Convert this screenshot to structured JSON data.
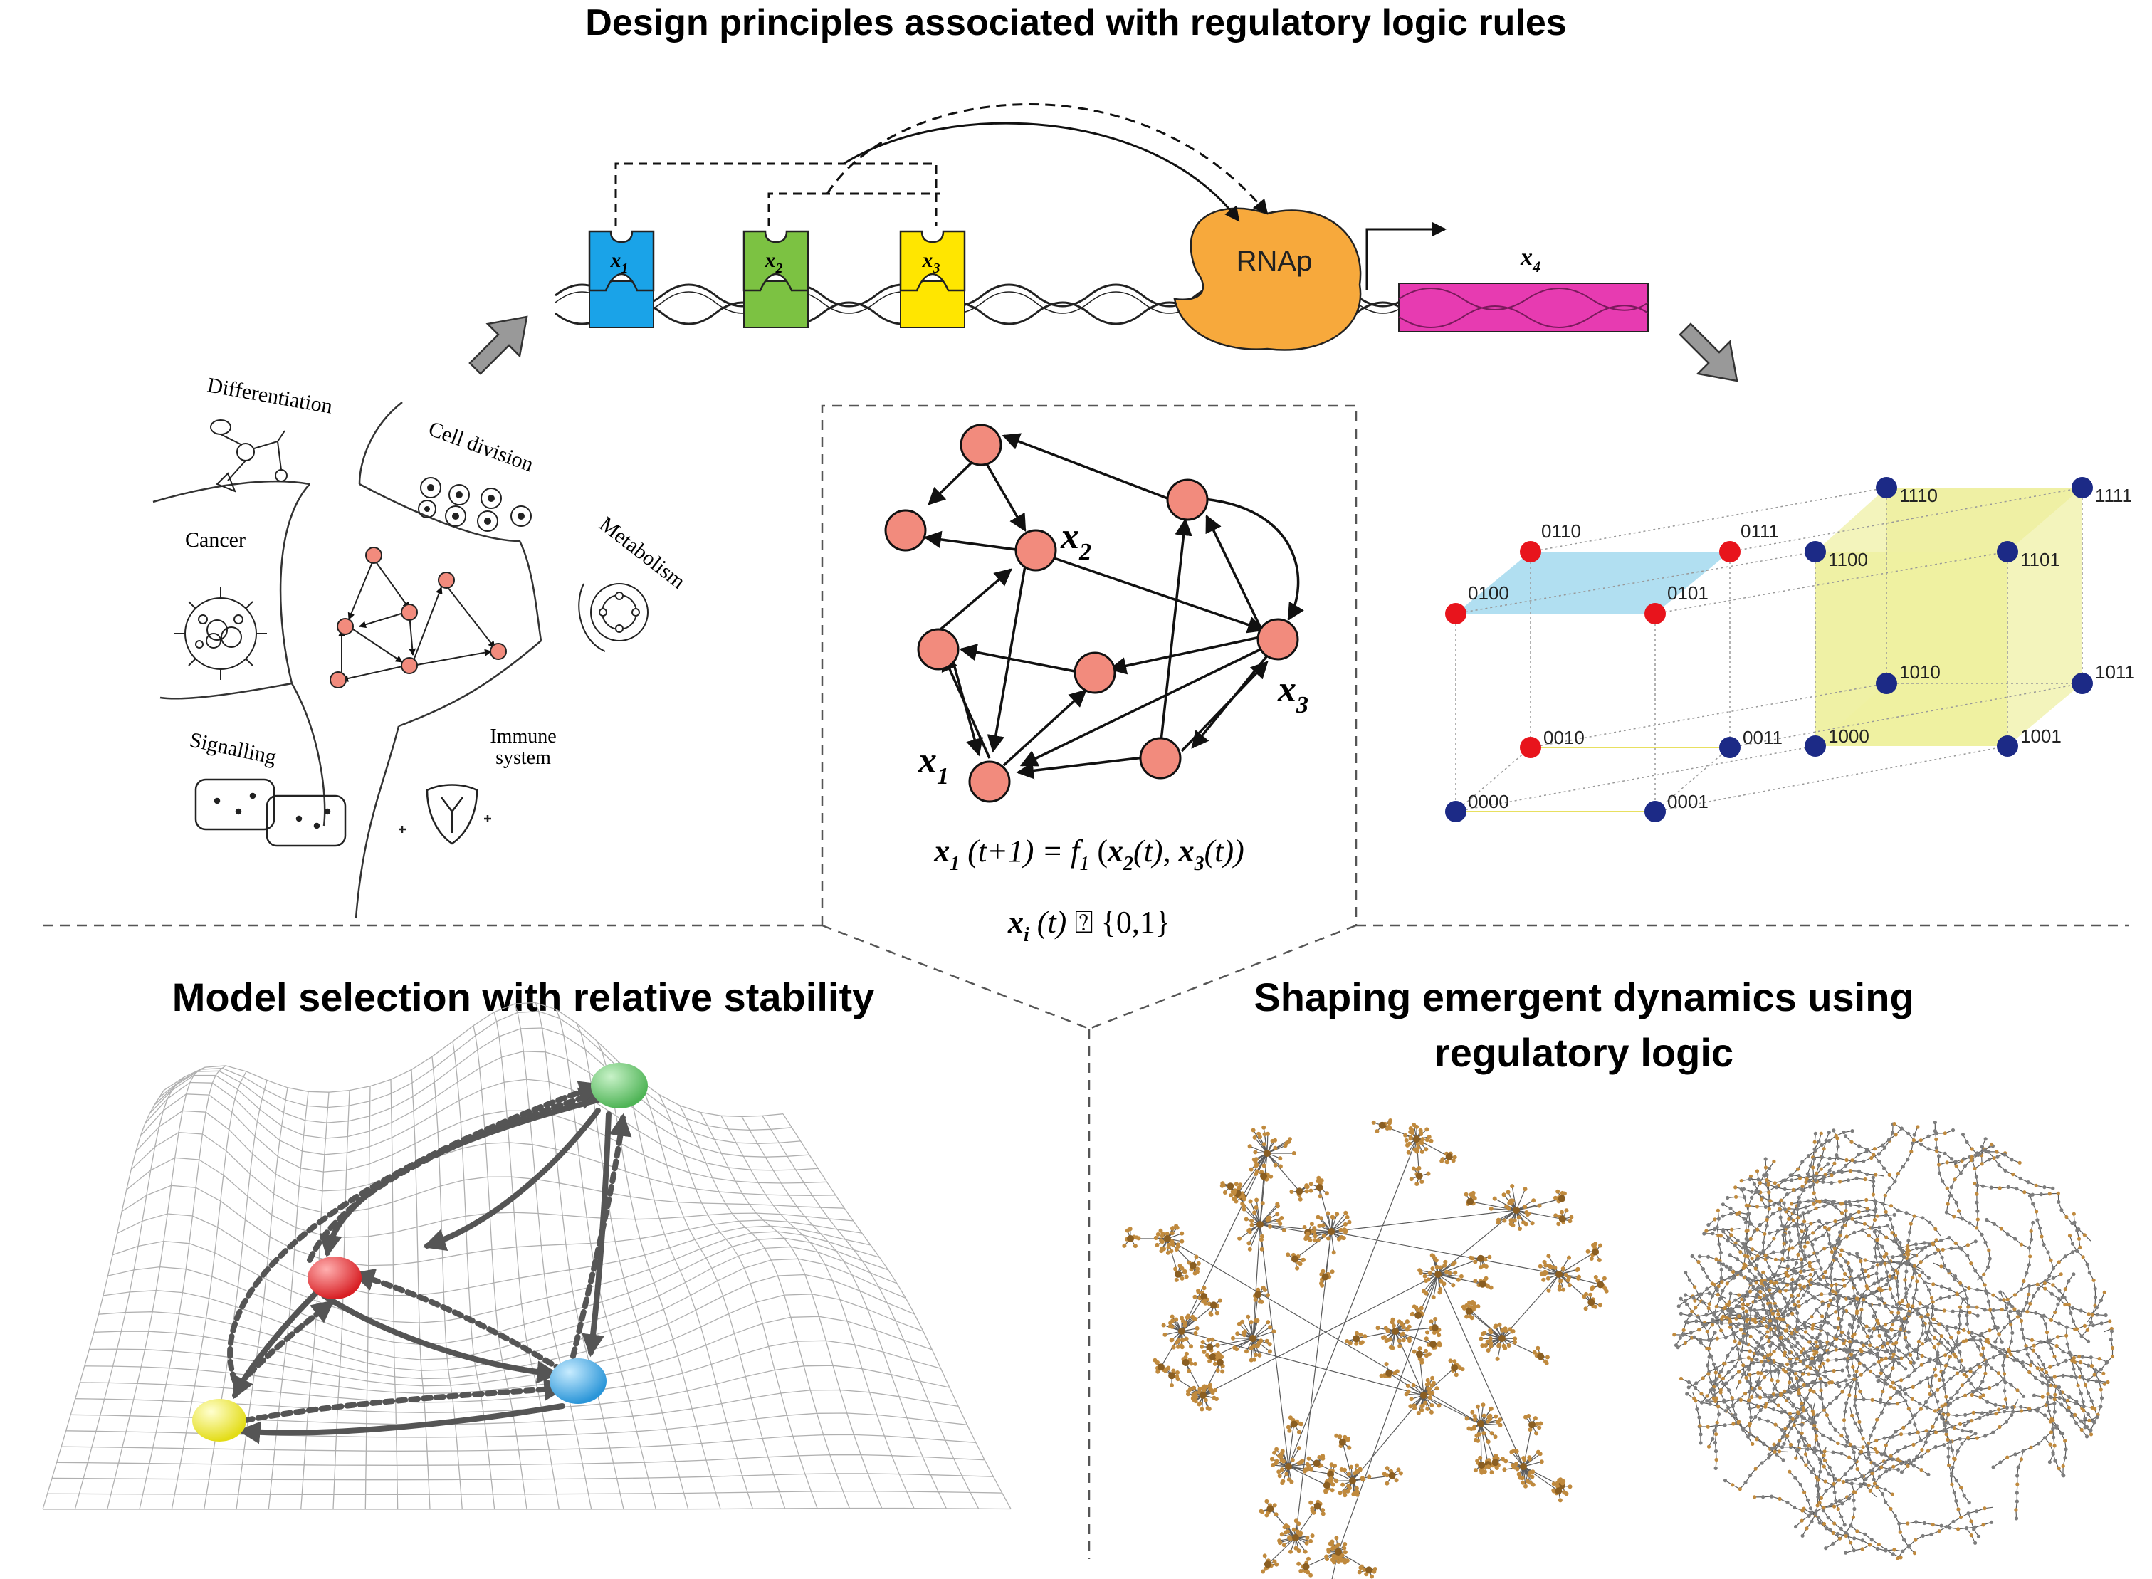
{
  "titles": {
    "top": "Design principles associated with regulatory logic rules",
    "bottom_left": "Model selection with relative stability",
    "bottom_right_line1": "Shaping emergent dynamics using",
    "bottom_right_line2": "regulatory logic"
  },
  "domains": {
    "differentiation": "Differentiation",
    "cell_division": "Cell division",
    "cancer": "Cancer",
    "metabolism": "Metabolism",
    "signalling": "Signalling",
    "immune_line1": "Immune",
    "immune_line2": "system"
  },
  "promoter": {
    "site_labels": [
      "x",
      "x",
      "x"
    ],
    "site_subs": [
      "1",
      "2",
      "3"
    ],
    "rnap": "RNAp",
    "gene_label": "x",
    "gene_sub": "4",
    "colors": {
      "x1": "#1aa3e8",
      "x2": "#7cc242",
      "x3": "#ffe600",
      "rnap": "#f7a93c",
      "gene": "#e73bb1"
    }
  },
  "network": {
    "node_color": "#f28b7d",
    "labels": {
      "x1": "x",
      "x1_sub": "1",
      "x2": "x",
      "x2_sub": "2",
      "x3": "x",
      "x3_sub": "3"
    },
    "equation": {
      "lhs_var": "x",
      "lhs_sub": "1",
      "lhs_arg": " (t+1) = ",
      "f": "f",
      "f_sub": "1",
      "open": " (",
      "a_var": "x",
      "a_sub": "2",
      "a_arg": "(t), ",
      "b_var": "x",
      "b_sub": "3",
      "b_arg": "(t))"
    },
    "domain_eq": {
      "var": "x",
      "sub": "i",
      "arg": " (t) ",
      "glyph": "⍰",
      "set": " {0,1}"
    }
  },
  "hypercube": {
    "states": [
      "0000",
      "0001",
      "0010",
      "0011",
      "0100",
      "0101",
      "0110",
      "0111",
      "1000",
      "1001",
      "1010",
      "1011",
      "1100",
      "1101",
      "1110",
      "1111"
    ],
    "red_states": [
      "0010",
      "0100",
      "0101",
      "0110",
      "0111"
    ],
    "colors": {
      "red": "#e8141c",
      "blue": "#1c2a86",
      "face_blue": "#a8dcf0",
      "face_yellow": "#eef0a0"
    }
  },
  "landscape": {
    "colors": {
      "green": "#6cc970",
      "red": "#e23a3a",
      "blue": "#37a8e6",
      "yellow": "#f3ef3a"
    }
  }
}
